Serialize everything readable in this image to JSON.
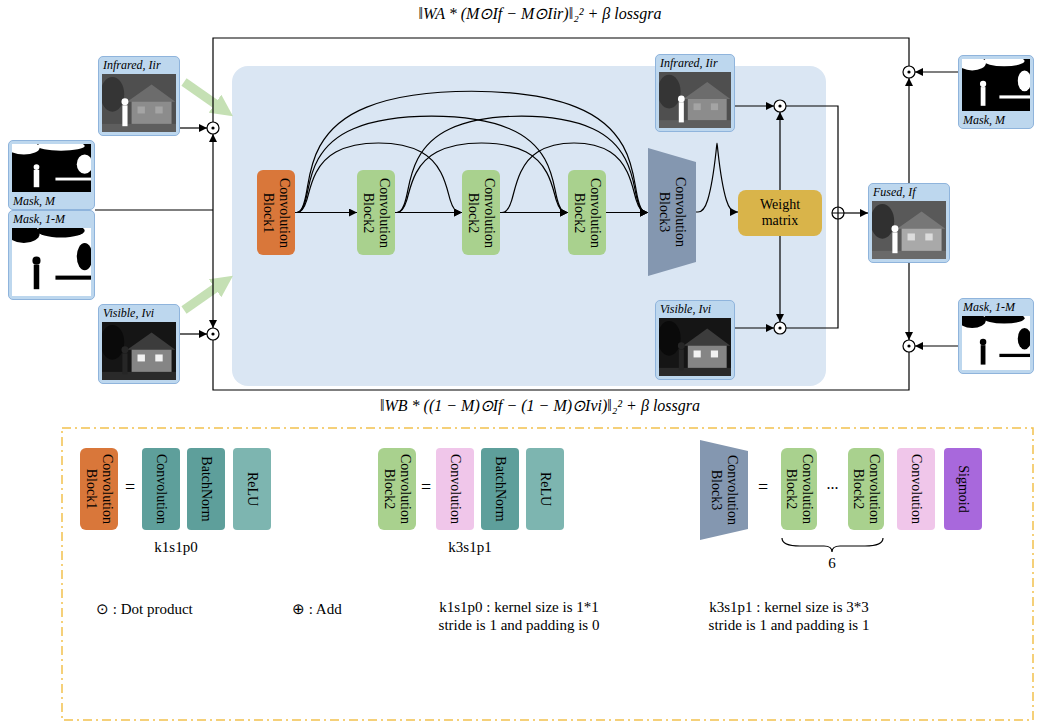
{
  "diagram": {
    "nodes": [
      {
        "text": [
          "Infrared, Iir"
        ]
      },
      {
        "text": [
          "Mask, M"
        ]
      },
      {
        "text": [
          "Mask, 1-M"
        ]
      },
      {
        "text": [
          "Visible, Ivi"
        ]
      },
      {
        "text": [
          "Convolution Block1"
        ]
      },
      {
        "text": [
          "Convolution Block2"
        ]
      },
      {
        "text": [
          "Convolution Block2"
        ]
      },
      {
        "text": [
          "Convolution Block2"
        ]
      },
      {
        "text": [
          "Convolution Block3"
        ]
      },
      {
        "text": [
          "Infrared, Iir"
        ]
      },
      {
        "text": [
          "Weight matrix"
        ]
      },
      {
        "text": [
          "Visible, Ivi"
        ]
      },
      {
        "text": [
          "Fused, If"
        ]
      },
      {
        "text": [
          "Mask, M"
        ]
      },
      {
        "text": [
          "Mask, 1-M"
        ]
      },
      {
        "text": [
          "Convolution Block1"
        ]
      },
      {
        "text": [
          "Convolution"
        ]
      },
      {
        "text": [
          "BatchNorm"
        ]
      },
      {
        "text": [
          "ReLU"
        ]
      },
      {
        "text": [
          "Convolution Block2"
        ]
      },
      {
        "text": [
          "Convolution"
        ]
      },
      {
        "text": [
          "BatchNorm"
        ]
      },
      {
        "text": [
          "ReLU"
        ]
      },
      {
        "text": [
          "Convolution Block3"
        ]
      },
      {
        "text": [
          "Convolution Block2"
        ]
      },
      {
        "text": [
          "Convolution Block2"
        ]
      },
      {
        "text": [
          "Convolution"
        ]
      },
      {
        "text": [
          "Sigmoid"
        ]
      }
    ],
    "edges": [
      {
        "from": 4,
        "to": 5,
        "arrow": "to"
      },
      {
        "from": 5,
        "to": 6,
        "arrow": "to"
      },
      {
        "from": 6,
        "to": 7,
        "arrow": "to"
      },
      {
        "from": 7,
        "to": 8,
        "arrow": "to"
      },
      {
        "from": 4,
        "to": 6,
        "arrow": "to"
      },
      {
        "from": 4,
        "to": 7,
        "arrow": "to"
      },
      {
        "from": 4,
        "to": 8,
        "arrow": "to"
      },
      {
        "from": 5,
        "to": 7,
        "arrow": "to"
      },
      {
        "from": 5,
        "to": 8,
        "arrow": "to"
      },
      {
        "from": 6,
        "to": 8,
        "arrow": "to"
      },
      {
        "from": 8,
        "to": 10,
        "arrow": "to"
      }
    ],
    "labels": [
      "‖WA * (M⊙If − M⊙Iir)‖₂² + β lossgra",
      "‖WB * ((1 − M)⊙If − (1 − M)⊙Ivi)‖₂² + β lossgra",
      "=",
      "=",
      "=",
      "...",
      "6",
      "k1s1p0",
      "k3s1p1",
      "⊙ : Dot product",
      "⊕ : Add",
      "k1s1p0 : kernel size is 1*1 stride is 1 and padding is 0",
      "k3s1p1 : kernel size is 3*3 stride is 1 and padding is 1"
    ]
  }
}
